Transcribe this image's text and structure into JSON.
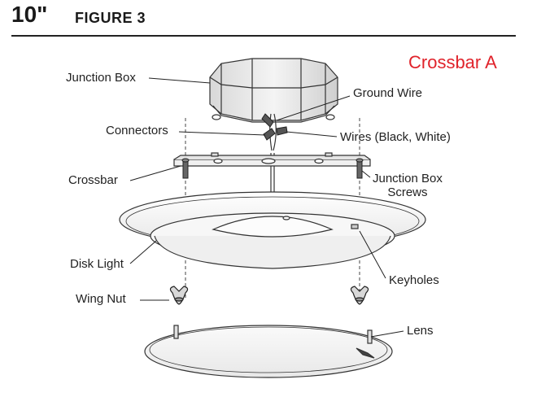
{
  "header": {
    "size": "10\"",
    "figure": "FIGURE 3"
  },
  "variant_title": "Crossbar A",
  "variant_color": "#e0232b",
  "labels": {
    "junction_box": "Junction Box",
    "ground_wire": "Ground Wire",
    "connectors": "Connectors",
    "wires": "Wires (Black, White)",
    "crossbar": "Crossbar",
    "junction_box_screws_1": "Junction Box",
    "junction_box_screws_2": "Screws",
    "disk_light": "Disk Light",
    "keyholes": "Keyholes",
    "wing_nut": "Wing Nut",
    "lens": "Lens"
  }
}
